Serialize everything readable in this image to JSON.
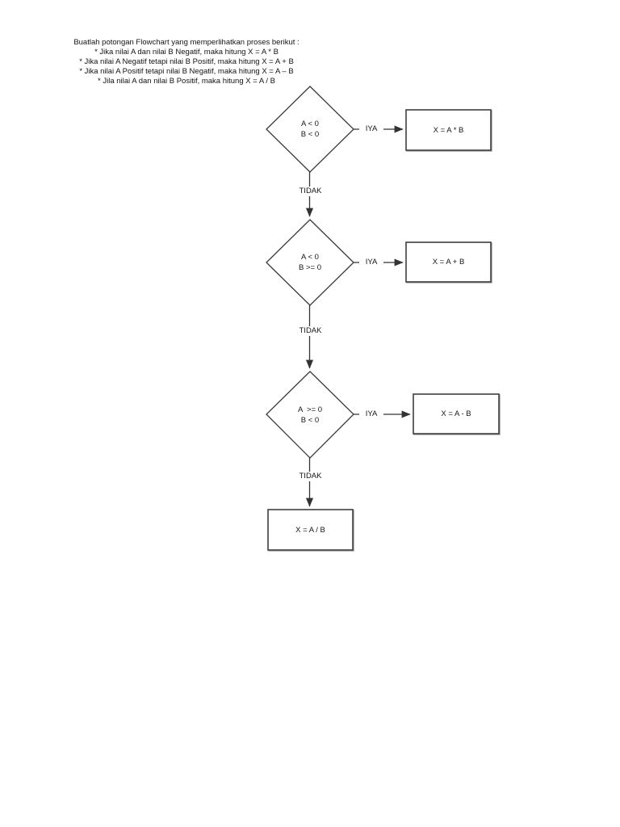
{
  "header": {
    "lines": [
      "Buatlah potongan Flowchart yang memperlihatkan proses berikut :",
      "* Jika nilai A dan nilai B Negatif, maka hitung X = A * B",
      "* Jika nilai A Negatif tetapi nilai B Positif, maka hitung X = A + B",
      "* Jika nilai A Positif tetapi nilai B Negatif, maka hitung X = A – B",
      "* Jila nilai A dan nilai B Positif, maka hitung X = A / B"
    ]
  },
  "flowchart": {
    "stroke_color": "#3a3a3a",
    "decisions": [
      {
        "condition_line1": "A < 0",
        "condition_line2": "B < 0",
        "yes_label": "IYA",
        "no_label": "TIDAK",
        "result": "X = A * B"
      },
      {
        "condition_line1": "A < 0",
        "condition_line2": "B >= 0",
        "yes_label": "IYA",
        "no_label": "TIDAK",
        "result": "X = A + B"
      },
      {
        "condition_line1": "A  >= 0",
        "condition_line2": "B < 0",
        "yes_label": "IYA",
        "no_label": "TIDAK",
        "result": "X = A - B"
      }
    ],
    "final_process": {
      "label": "X = A / B"
    }
  }
}
